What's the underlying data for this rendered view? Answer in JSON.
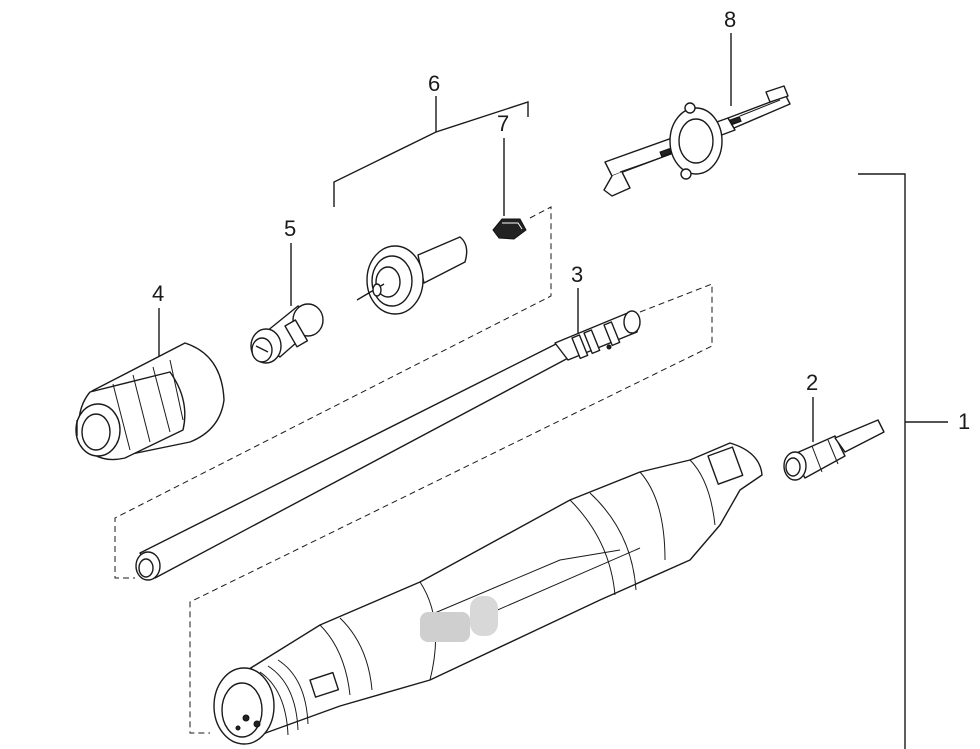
{
  "diagram": {
    "callouts": [
      {
        "id": "label-1",
        "text": "1"
      },
      {
        "id": "label-2",
        "text": "2"
      },
      {
        "id": "label-3",
        "text": "3"
      },
      {
        "id": "label-4",
        "text": "4"
      },
      {
        "id": "label-5",
        "text": "5"
      },
      {
        "id": "label-6",
        "text": "6"
      },
      {
        "id": "label-7",
        "text": "7"
      },
      {
        "id": "label-8",
        "text": "8"
      }
    ],
    "colors": {
      "line": "#1a1a1a",
      "background": "#ffffff",
      "blur": "#cfcfcf"
    }
  }
}
